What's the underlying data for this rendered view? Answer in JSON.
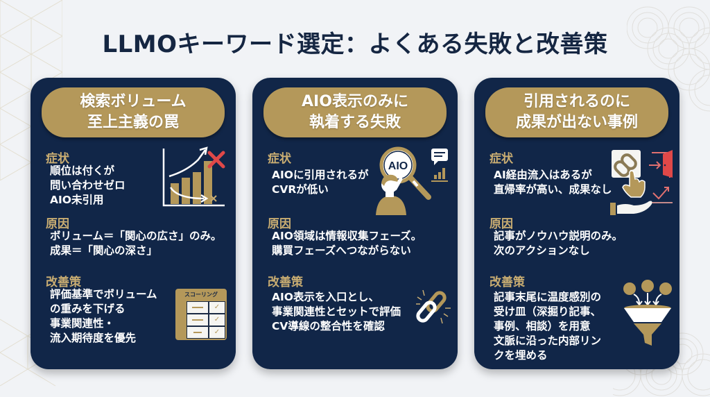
{
  "title": "LLMOキーワード選定：よくある失敗と改善策",
  "colors": {
    "background": "#f1f3f6",
    "card": "#112648",
    "gold": "#b4985a",
    "label_gold": "#c9ad72",
    "title_text": "#152642",
    "alert_red": "#e04848"
  },
  "cards": [
    {
      "heading": [
        "検索ボリューム",
        "至上主義の罠"
      ],
      "symptom": {
        "label": "症状",
        "lines": [
          "順位は付くが",
          "問い合わせゼロ",
          "AIO未引用"
        ],
        "icon": "bar-chart-rising-with-red-x-icon"
      },
      "cause": {
        "label": "原因",
        "lines": [
          "ボリューム＝「関心の広さ」のみ。",
          "成果＝「関心の深さ」"
        ]
      },
      "fix": {
        "label": "改善策",
        "lines": [
          "評価基準でボリューム",
          "の重みを下げる",
          "事業関連性・",
          "流入期待度を優先"
        ],
        "icon": "scoring-table-icon",
        "icon_label": "スコーリング"
      }
    },
    {
      "heading": [
        "AIO表示のみに",
        "執着する失敗"
      ],
      "symptom": {
        "label": "症状",
        "lines": [
          "AIOに引用されるが",
          "CVRが低い"
        ],
        "icon": "person-magnifier-aio-icon",
        "icon_label": "AIO"
      },
      "cause": {
        "label": "原因",
        "lines": [
          "AIO領域は情報収集フェーズ。",
          "購買フェーズへつながらない"
        ]
      },
      "fix": {
        "label": "改善策",
        "lines": [
          "AIO表示を入口とし、",
          "事業関連性とセットで評価",
          "CV導線の整合性を確認"
        ],
        "icon": "chain-link-icon"
      }
    },
    {
      "heading": [
        "引用されるのに",
        "成果が出ない事例"
      ],
      "symptom": {
        "label": "症状",
        "lines": [
          "AI経由流入はあるが",
          "直帰率が高い、成果なし"
        ],
        "icon": "link-click-exit-door-icon"
      },
      "cause": {
        "label": "原因",
        "lines": [
          "記事がノウハウ説明のみ。",
          "次のアクションなし"
        ]
      },
      "fix": {
        "label": "改善策",
        "lines": [
          "記事末尾に温度感別の",
          "受け皿（深掘り記事、",
          "事例、相談）を用意",
          "文脈に沿った内部リン",
          "クを埋める"
        ],
        "icon": "funnel-icon"
      }
    }
  ]
}
